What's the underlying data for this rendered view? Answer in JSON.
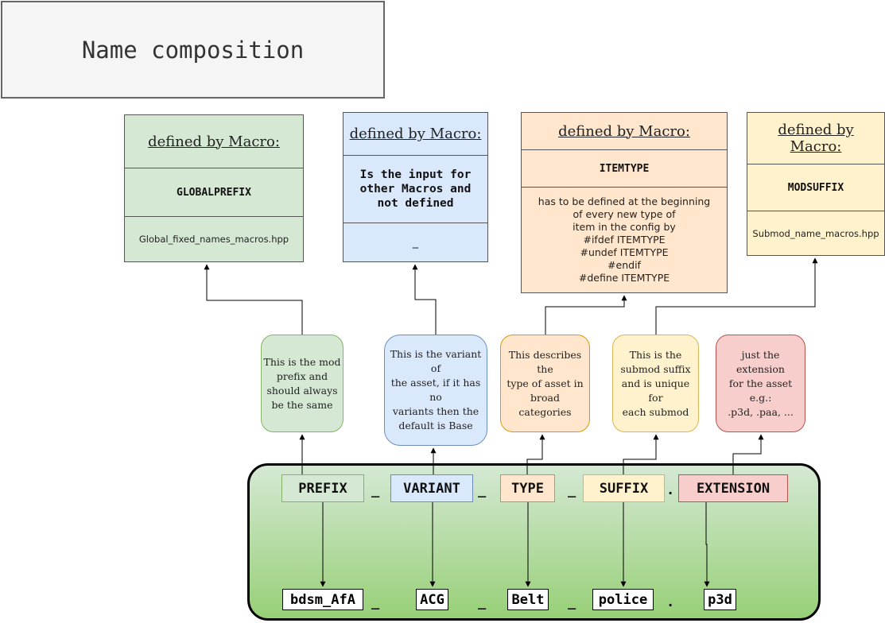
{
  "title": "Name composition",
  "macro_boxes": {
    "globalprefix": {
      "header": "defined by Macro:",
      "macro": "GLOBALPREFIX",
      "file": "Global_fixed_names_macros.hpp"
    },
    "variant": {
      "header": "defined by Macro:",
      "body": "Is the input for\nother Macros and\nnot defined",
      "footer": "_"
    },
    "itemtype": {
      "header": "defined by Macro:",
      "macro": "ITEMTYPE",
      "description": "has to be defined at the beginning\nof every new type of\nitem in the config by\n#ifdef ITEMTYPE\n#undef ITEMTYPE\n#endif\n#define ITEMTYPE"
    },
    "modsuffix": {
      "header": "defined by Macro:",
      "macro": "MODSUFFIX",
      "file": "Submod_name_macros.hpp"
    }
  },
  "notes": {
    "prefix": "This is the mod\nprefix and\nshould always\nbe the same",
    "variant": "This is the variant of\nthe asset, if it has no\nvariants then the\ndefault is Base",
    "type": "This describes the\ntype of asset in\nbroad categories",
    "suffix": "This is the\nsubmod suffix\nand is unique for\neach submod",
    "extension": "just the extension\nfor the asset e.g.:\n.p3d, .paa, ..."
  },
  "parts": {
    "prefix": "PREFIX",
    "variant": "VARIANT",
    "type": "TYPE",
    "suffix": "SUFFIX",
    "extension": "EXTENSION",
    "sep_underscore": "_",
    "sep_dot": "."
  },
  "example": {
    "prefix": "bdsm_AfA",
    "variant": "ACG",
    "type": "Belt",
    "suffix": "police",
    "extension": "p3d"
  },
  "colors": {
    "green_fill": "#d5e8d4",
    "green_stroke": "#82b366",
    "blue_fill": "#dae8fc",
    "blue_stroke": "#6c8ebf",
    "orange_fill": "#ffe6cc",
    "orange_stroke": "#d79b00",
    "yellow_fill": "#fff2cc",
    "yellow_stroke": "#d6b656",
    "red_fill": "#f8cecc",
    "red_stroke": "#b85450"
  }
}
